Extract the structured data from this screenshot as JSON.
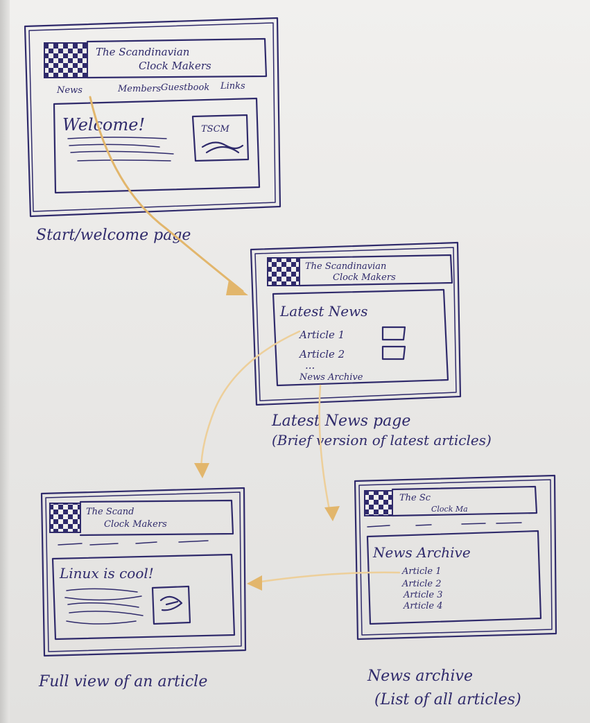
{
  "frames": {
    "start": {
      "logo_title": "The Scandinavian\nClock Makers",
      "nav": [
        "News",
        "Members",
        "Guestbook",
        "Links"
      ],
      "heading": "Welcome!",
      "image_label": "TSCM",
      "caption": "Start/welcome page"
    },
    "latest": {
      "logo_title": "The Scandinavian\nClock Makers",
      "heading": "Latest News",
      "items": [
        "Article 1",
        "Article 2",
        "..."
      ],
      "link": "News Archive",
      "caption_line1": "Latest News page",
      "caption_line2": "(Brief version of latest articles)"
    },
    "full": {
      "logo_title": "The Scand\nClock Makers",
      "heading": "Linux is cool!",
      "caption": "Full view of an article"
    },
    "archive": {
      "logo_title": "The Sc\nClock Ma",
      "heading": "News Archive",
      "items": [
        "Article 1",
        "Article 2",
        "Article 3",
        "Article 4"
      ],
      "caption_line1": "News archive",
      "caption_line2": "(List of all articles)"
    }
  },
  "colors": {
    "ink": "#2f2a6b",
    "arrow": "#e2b66c",
    "paper": "#efeeec"
  }
}
